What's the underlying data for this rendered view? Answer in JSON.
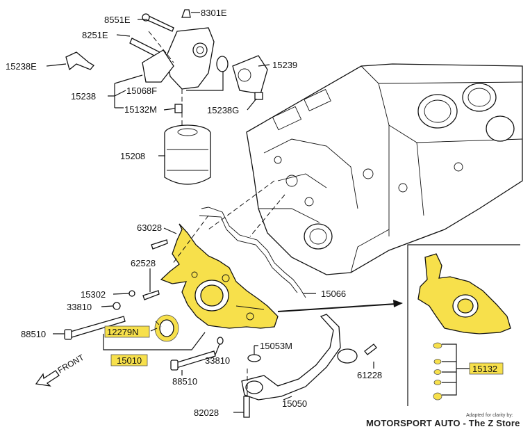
{
  "callouts": {
    "c8551E": "8551E",
    "c8301E": "8301E",
    "c8251E": "8251E",
    "c15238E": "15238E",
    "c15239": "15239",
    "c15238": "15238",
    "c15068F": "15068F",
    "c15132M": "15132M",
    "c15238G": "15238G",
    "c15208": "15208",
    "c63028": "63028",
    "c62528": "62528",
    "c15302": "15302",
    "c33810a": "33810",
    "c15066": "15066",
    "c88510a": "88510",
    "c12279N": "12279N",
    "c15010": "15010",
    "c15053M": "15053M",
    "c33810b": "33810",
    "c88510b": "88510",
    "c61228": "61228",
    "c15050": "15050",
    "c82028": "82028",
    "c15132": "15132"
  },
  "front_label": "FRONT",
  "credit": {
    "small": "Adapted for clarity by:",
    "big": "MOTORSPORT AUTO - The Z Store"
  },
  "colors": {
    "highlight": "#f7e04b",
    "ink": "#111111"
  }
}
